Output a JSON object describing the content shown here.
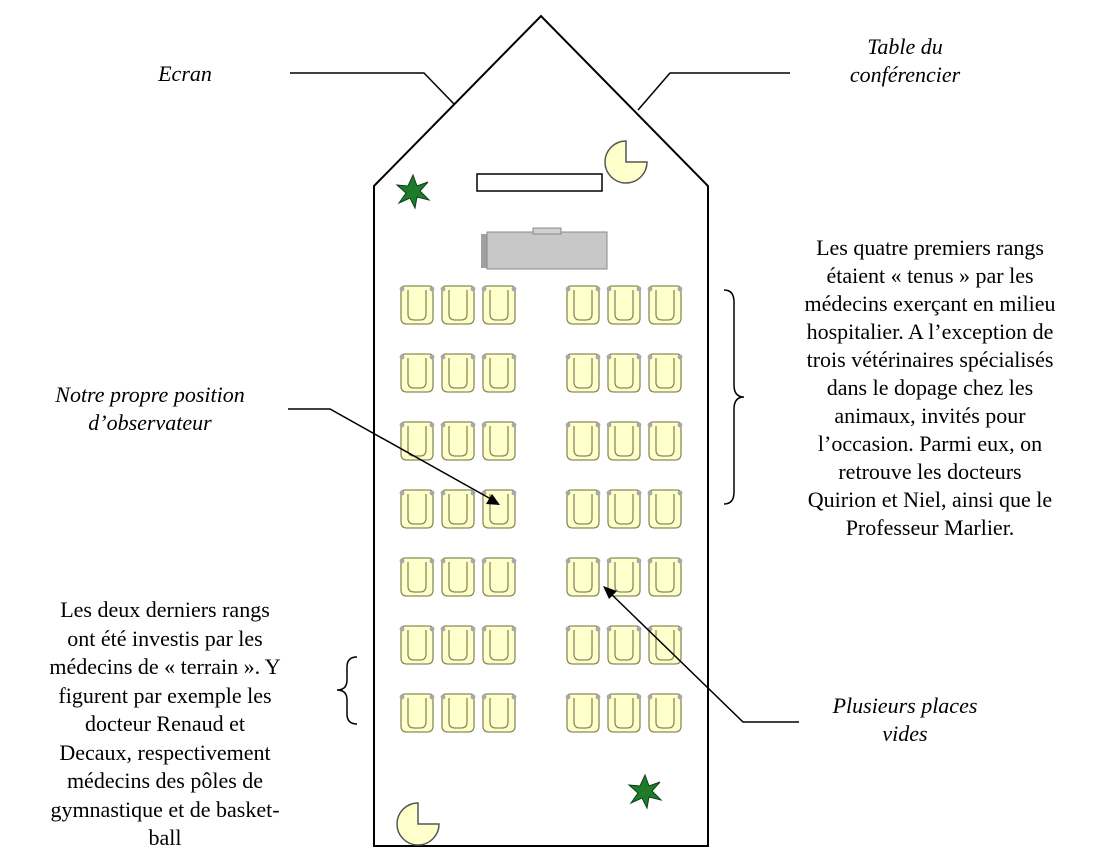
{
  "labels": {
    "screen": "Ecran",
    "speaker_table_line1": "Table du",
    "speaker_table_line2": "conférencier",
    "observer_line1": "Notre propre position",
    "observer_line2": "d’observateur",
    "empty_seats_line1": "Plusieurs places",
    "empty_seats_line2": "vides"
  },
  "notes": {
    "front_rows": [
      "Les quatre premiers rangs",
      "étaient « tenus » par les",
      "médecins exerçant en milieu",
      "hospitalier. A l’exception de",
      "trois vétérinaires spécialisés",
      "dans le dopage chez les",
      "animaux, invités pour",
      "l’occasion. Parmi eux, on",
      "retrouve les docteurs",
      "Quirion et Niel, ainsi que le",
      "Professeur Marlier."
    ],
    "back_rows": [
      "Les deux derniers rangs",
      "ont été investis par les",
      "médecins de « terrain ». Y",
      "figurent par exemple les",
      "docteur Renaud et",
      "Decaux, respectivement",
      "médecins des pôles de",
      "gymnastique et de basket-",
      "ball"
    ]
  },
  "seating": {
    "rows": 7,
    "blocks": 2,
    "seats_per_block": 3
  },
  "colors": {
    "seat_fill": "#ffffcc",
    "seat_stroke": "#8a8a5a",
    "plant": "#1e7b2a",
    "pacman": "#ffffcc",
    "table": "#c0c0c0"
  }
}
